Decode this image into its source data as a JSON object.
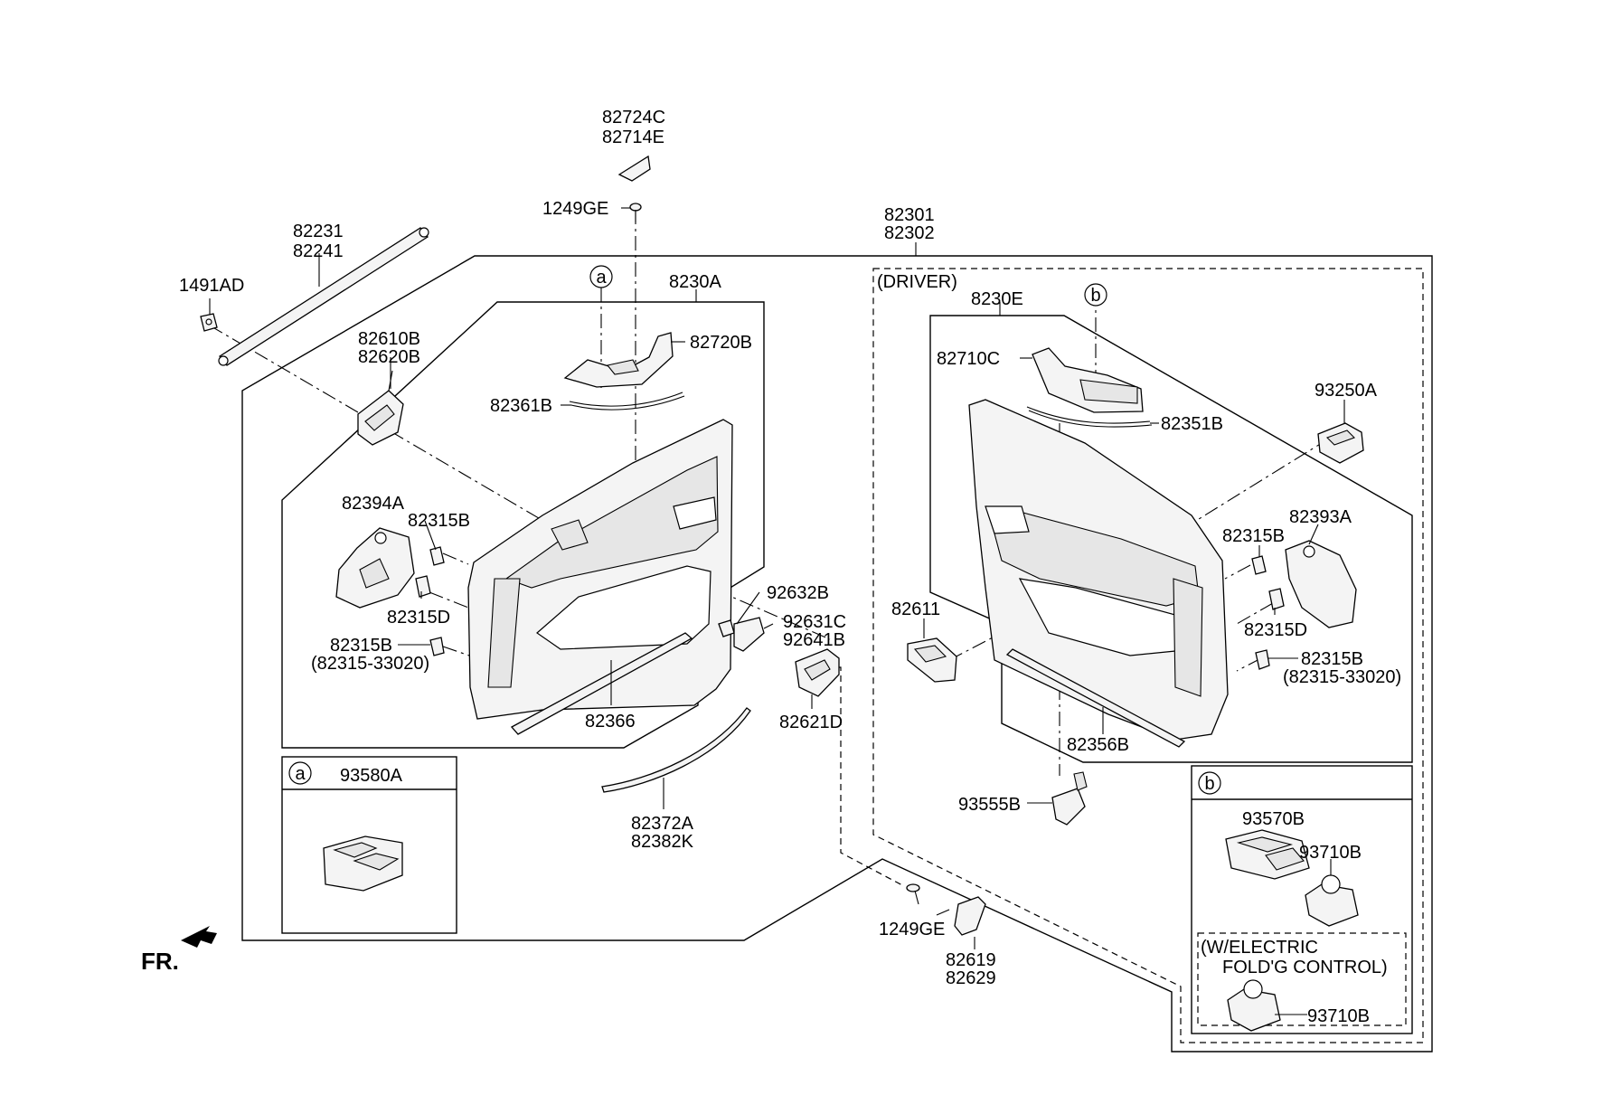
{
  "labels": {
    "p82724C": "82724C",
    "p82714E": "82714E",
    "p1249GE_top": "1249GE",
    "p82231": "82231",
    "p82241": "82241",
    "p1491AD": "1491AD",
    "p82301": "82301",
    "p82302": "82302",
    "p8230A": "8230A",
    "p82610B": "82610B",
    "p82620B": "82620B",
    "p82720B": "82720B",
    "p82361B": "82361B",
    "p82394A": "82394A",
    "p82315B_l1": "82315B",
    "p82315D_l": "82315D",
    "p82315B_l2": "82315B",
    "p82315_33020_l": "(82315-33020)",
    "p82366": "82366",
    "p92632B": "92632B",
    "p92631C": "92631C",
    "p92641B": "92641B",
    "p82621D": "82621D",
    "p82372A": "82372A",
    "p82382K": "82382K",
    "p93580A": "93580A",
    "driver": "(DRIVER)",
    "p8230E": "8230E",
    "p82710C": "82710C",
    "p82351B": "82351B",
    "p93250A": "93250A",
    "p82393A": "82393A",
    "p82315B_r1": "82315B",
    "p82315D_r": "82315D",
    "p82315B_r2": "82315B",
    "p82315_33020_r": "(82315-33020)",
    "p82611": "82611",
    "p82356B": "82356B",
    "p93555B": "93555B",
    "p1249GE_bottom": "1249GE",
    "p82619": "82619",
    "p82629": "82629",
    "p93570B": "93570B",
    "p93710B_1": "93710B",
    "electric1": "(W/ELECTRIC",
    "electric2": "FOLD'G CONTROL)",
    "p93710B_2": "93710B",
    "fr": "FR."
  },
  "callouts": {
    "a": "a",
    "b": "b"
  }
}
